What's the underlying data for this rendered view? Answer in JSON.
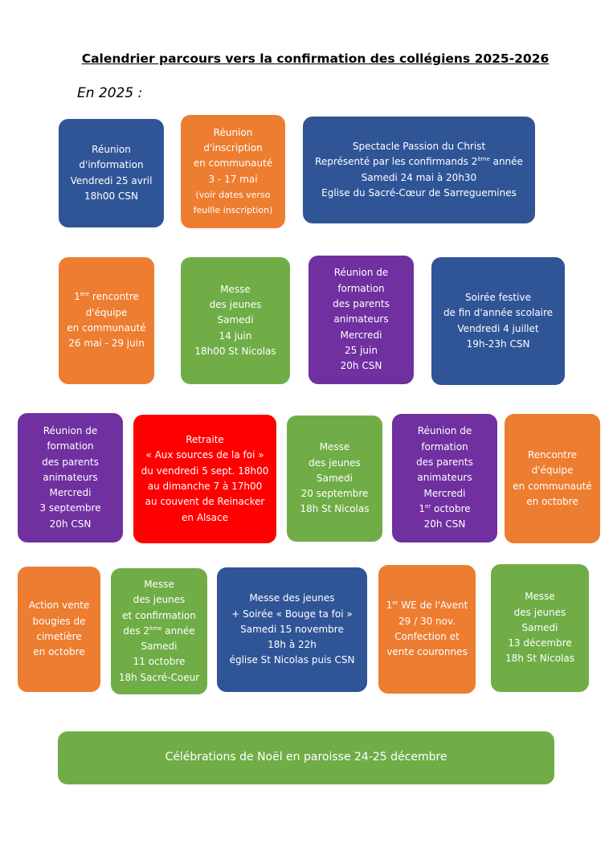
{
  "title": "Calendrier parcours vers la confirmation des collégiens 2025-2026",
  "year_heading": "En 2025 :",
  "colors": {
    "blue": "#2F5597",
    "orange": "#ED7D31",
    "green": "#70AD47",
    "purple": "#7030A0",
    "red": "#FF0000"
  },
  "events": [
    {
      "color": "blue",
      "lines": [
        "Réunion",
        "d'information",
        "Vendredi 25 avril",
        "18h00 CSN"
      ]
    },
    {
      "color": "orange",
      "lines": [
        "Réunion",
        "d'inscription",
        "en communauté",
        "3 - 17 mai",
        "(voir dates verso",
        "feuille inscription)"
      ]
    },
    {
      "color": "blue",
      "lines": [
        "Spectacle Passion du Christ",
        {
          "pre": "Représenté par les confirmands 2",
          "sup": "ème",
          "post": " année"
        },
        "Samedi 24 mai à 20h30",
        "Eglise du Sacré-Cœur de Sarreguemines"
      ]
    },
    {
      "color": "orange",
      "lines": [
        {
          "pre": "1",
          "sup": "ère",
          "post": " rencontre"
        },
        "d'équipe",
        "en communauté",
        "26 mai - 29 juin"
      ]
    },
    {
      "color": "green",
      "lines": [
        "Messe",
        "des jeunes",
        "Samedi",
        "14 juin",
        "18h00 St Nicolas"
      ]
    },
    {
      "color": "purple",
      "lines": [
        "Réunion de",
        "formation",
        "des parents",
        "animateurs",
        "Mercredi",
        "25 juin",
        "20h CSN"
      ]
    },
    {
      "color": "blue",
      "lines": [
        "Soirée festive",
        "de fin d'année scolaire",
        "Vendredi 4 juillet",
        "19h-23h CSN"
      ]
    },
    {
      "color": "purple",
      "lines": [
        "Réunion de",
        "formation",
        "des parents",
        "animateurs",
        "Mercredi",
        "3 septembre",
        "20h CSN"
      ]
    },
    {
      "color": "red",
      "lines": [
        "Retraite",
        "« Aux sources de la foi »",
        "du vendredi 5 sept. 18h00",
        "au dimanche 7 à 17h00",
        "au couvent de Reinacker",
        "en Alsace"
      ]
    },
    {
      "color": "green",
      "lines": [
        "Messe",
        "des jeunes",
        "Samedi",
        "20 septembre",
        "18h St Nicolas"
      ]
    },
    {
      "color": "purple",
      "lines": [
        "Réunion de",
        "formation",
        "des parents",
        "animateurs",
        "Mercredi",
        {
          "pre": "1",
          "sup": "er",
          "post": " octobre"
        },
        "20h CSN"
      ]
    },
    {
      "color": "orange",
      "lines": [
        "Rencontre",
        "d'équipe",
        "en communauté",
        "en octobre"
      ]
    },
    {
      "color": "orange",
      "lines": [
        "Action vente",
        "bougies de",
        "cimetière",
        "en octobre"
      ]
    },
    {
      "color": "green",
      "lines": [
        "Messe",
        "des jeunes",
        "et confirmation",
        {
          "pre": "des 2",
          "sup": "ème",
          "post": " année"
        },
        "Samedi",
        "11 octobre",
        "18h Sacré-Coeur"
      ]
    },
    {
      "color": "blue",
      "lines": [
        "Messe des jeunes",
        "+ Soirée « Bouge ta foi »",
        "Samedi 15 novembre",
        "18h à 22h",
        "église St Nicolas puis CSN"
      ]
    },
    {
      "color": "orange",
      "lines": [
        {
          "pre": "1",
          "sup": "er",
          "post": " WE de l'Avent"
        },
        "29 / 30 nov.",
        "Confection et",
        "vente couronnes"
      ]
    },
    {
      "color": "green",
      "lines": [
        "Messe",
        "des jeunes",
        "Samedi",
        "13 décembre",
        "18h St Nicolas"
      ]
    },
    {
      "color": "green",
      "lines": [
        "Célébrations de Noël en paroisse 24-25 décembre"
      ]
    }
  ]
}
